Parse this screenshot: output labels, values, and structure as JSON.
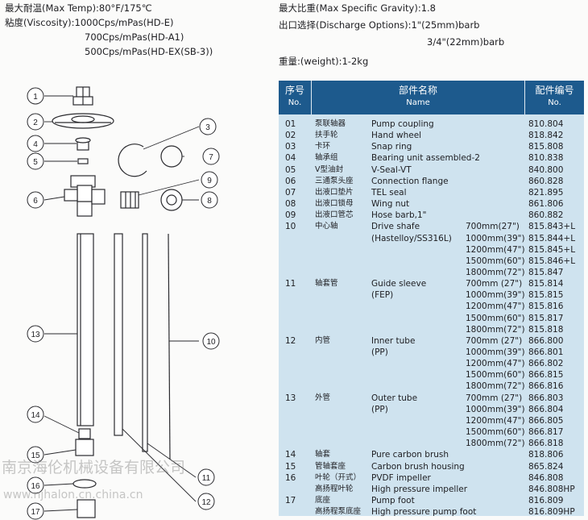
{
  "specs_left": [
    "最大耐温(Max Temp):80°F/175℃",
    "粘度(Viscosity):1000Cps/mPas(HD-E)",
    "700Cps/mPas(HD-A1)",
    "500Cps/mPas(HD-EX(SB-3))"
  ],
  "specs_right": [
    "最大比重(Max Specific Gravity):1.8",
    "出口选择(Discharge Options):1\"(25mm)barb",
    "3/4\"(22mm)barb",
    "重量:(weight):1-2kg"
  ],
  "callouts": [
    "1",
    "2",
    "3",
    "4",
    "5",
    "6",
    "7",
    "8",
    "9",
    "10",
    "11",
    "12",
    "13",
    "14",
    "15",
    "16",
    "17"
  ],
  "table": {
    "headers": {
      "no_zh": "序号",
      "no_en": "No.",
      "name_zh": "部件名称",
      "name_en": "Name",
      "code_zh": "配件编号",
      "code_en": "No."
    },
    "rows": [
      {
        "no": "01",
        "zh": "泵联轴器",
        "en": "Pump coupling",
        "size": "",
        "code": "810.804"
      },
      {
        "no": "02",
        "zh": "扶手轮",
        "en": "Hand wheel",
        "size": "",
        "code": "818.842"
      },
      {
        "no": "03",
        "zh": "卡环",
        "en": "Snap ring",
        "size": "",
        "code": "815.808"
      },
      {
        "no": "04",
        "zh": "轴承组",
        "en": "Bearing unit assembled-2",
        "size": "",
        "code": "810.838"
      },
      {
        "no": "05",
        "zh": "V型油封",
        "en": "V-Seal-VT",
        "size": "",
        "code": "840.800"
      },
      {
        "no": "06",
        "zh": "三通泵头座",
        "en": "Connection flange",
        "size": "",
        "code": "860.828"
      },
      {
        "no": "07",
        "zh": "出液口垫片",
        "en": "TEL seal",
        "size": "",
        "code": "821.895"
      },
      {
        "no": "08",
        "zh": "出液口锁母",
        "en": "Wing nut",
        "size": "",
        "code": "861.806"
      },
      {
        "no": "09",
        "zh": "出液口管芯",
        "en": "Hose barb,1\"",
        "size": "",
        "code": "860.882"
      },
      {
        "no": "10",
        "zh": "中心轴",
        "en": "Drive shafe",
        "size": "700mm(27\")",
        "code": "815.843+L"
      },
      {
        "no": "",
        "zh": "",
        "en": "(Hastelloy/SS316L)",
        "size": "1000mm(39\")",
        "code": "815.844+L"
      },
      {
        "no": "",
        "zh": "",
        "en": "",
        "size": "1200mm(47\")",
        "code": "815.845+L"
      },
      {
        "no": "",
        "zh": "",
        "en": "",
        "size": "1500mm(60\")",
        "code": "815.846+L"
      },
      {
        "no": "",
        "zh": "",
        "en": "",
        "size": "1800mm(72\")",
        "code": "815.847"
      },
      {
        "no": "11",
        "zh": "轴套管",
        "en": "Guide sleeve",
        "size": "700mm (27\")",
        "code": "815.814"
      },
      {
        "no": "",
        "zh": "",
        "en": "(FEP)",
        "size": "1000mm(39\")",
        "code": "815.815"
      },
      {
        "no": "",
        "zh": "",
        "en": "",
        "size": "1200mm(47\")",
        "code": "815.816"
      },
      {
        "no": "",
        "zh": "",
        "en": "",
        "size": "1500mm(60\")",
        "code": "815.817"
      },
      {
        "no": "",
        "zh": "",
        "en": "",
        "size": "1800mm(72\")",
        "code": "815.818"
      },
      {
        "no": "12",
        "zh": "内管",
        "en": "Inner tube",
        "size": "700mm (27\")",
        "code": "866.800"
      },
      {
        "no": "",
        "zh": "",
        "en": "(PP)",
        "size": "1000mm(39\")",
        "code": "866.801"
      },
      {
        "no": "",
        "zh": "",
        "en": "",
        "size": "1200mm(47\")",
        "code": "866.802"
      },
      {
        "no": "",
        "zh": "",
        "en": "",
        "size": "1500mm(60\")",
        "code": "866.815"
      },
      {
        "no": "",
        "zh": "",
        "en": "",
        "size": "1800mm(72\")",
        "code": "866.816"
      },
      {
        "no": "13",
        "zh": "外管",
        "en": "Outer tube",
        "size": "700mm (27\")",
        "code": "866.803"
      },
      {
        "no": "",
        "zh": "",
        "en": "(PP)",
        "size": "1000mm(39\")",
        "code": "866.804"
      },
      {
        "no": "",
        "zh": "",
        "en": "",
        "size": "1200mm(47\")",
        "code": "866.805"
      },
      {
        "no": "",
        "zh": "",
        "en": "",
        "size": "1500mm(60\")",
        "code": "866.817"
      },
      {
        "no": "",
        "zh": "",
        "en": "",
        "size": "1800mm(72\")",
        "code": "866.818"
      },
      {
        "no": "14",
        "zh": "轴套",
        "en": "Pure carbon brush",
        "size": "",
        "code": "818.806"
      },
      {
        "no": "15",
        "zh": "管轴套座",
        "en": "Carbon brush housing",
        "size": "",
        "code": "865.824"
      },
      {
        "no": "16",
        "zh": "叶轮（开式）",
        "en": "PVDF impeller",
        "size": "",
        "code": "846.808"
      },
      {
        "no": "",
        "zh": "高扬程叶轮",
        "en": "High pressure impeller",
        "size": "",
        "code": "846.808HP"
      },
      {
        "no": "17",
        "zh": "底座",
        "en": "Pump foot",
        "size": "",
        "code": "816.809"
      },
      {
        "no": "",
        "zh": "高扬程泵底座",
        "en": "High pressure pump foot",
        "size": "",
        "code": "816.809HP"
      }
    ]
  },
  "watermark": {
    "company": "南京海伦机械设备有限公司",
    "url": "www.njhalon.cn.china.cn"
  }
}
